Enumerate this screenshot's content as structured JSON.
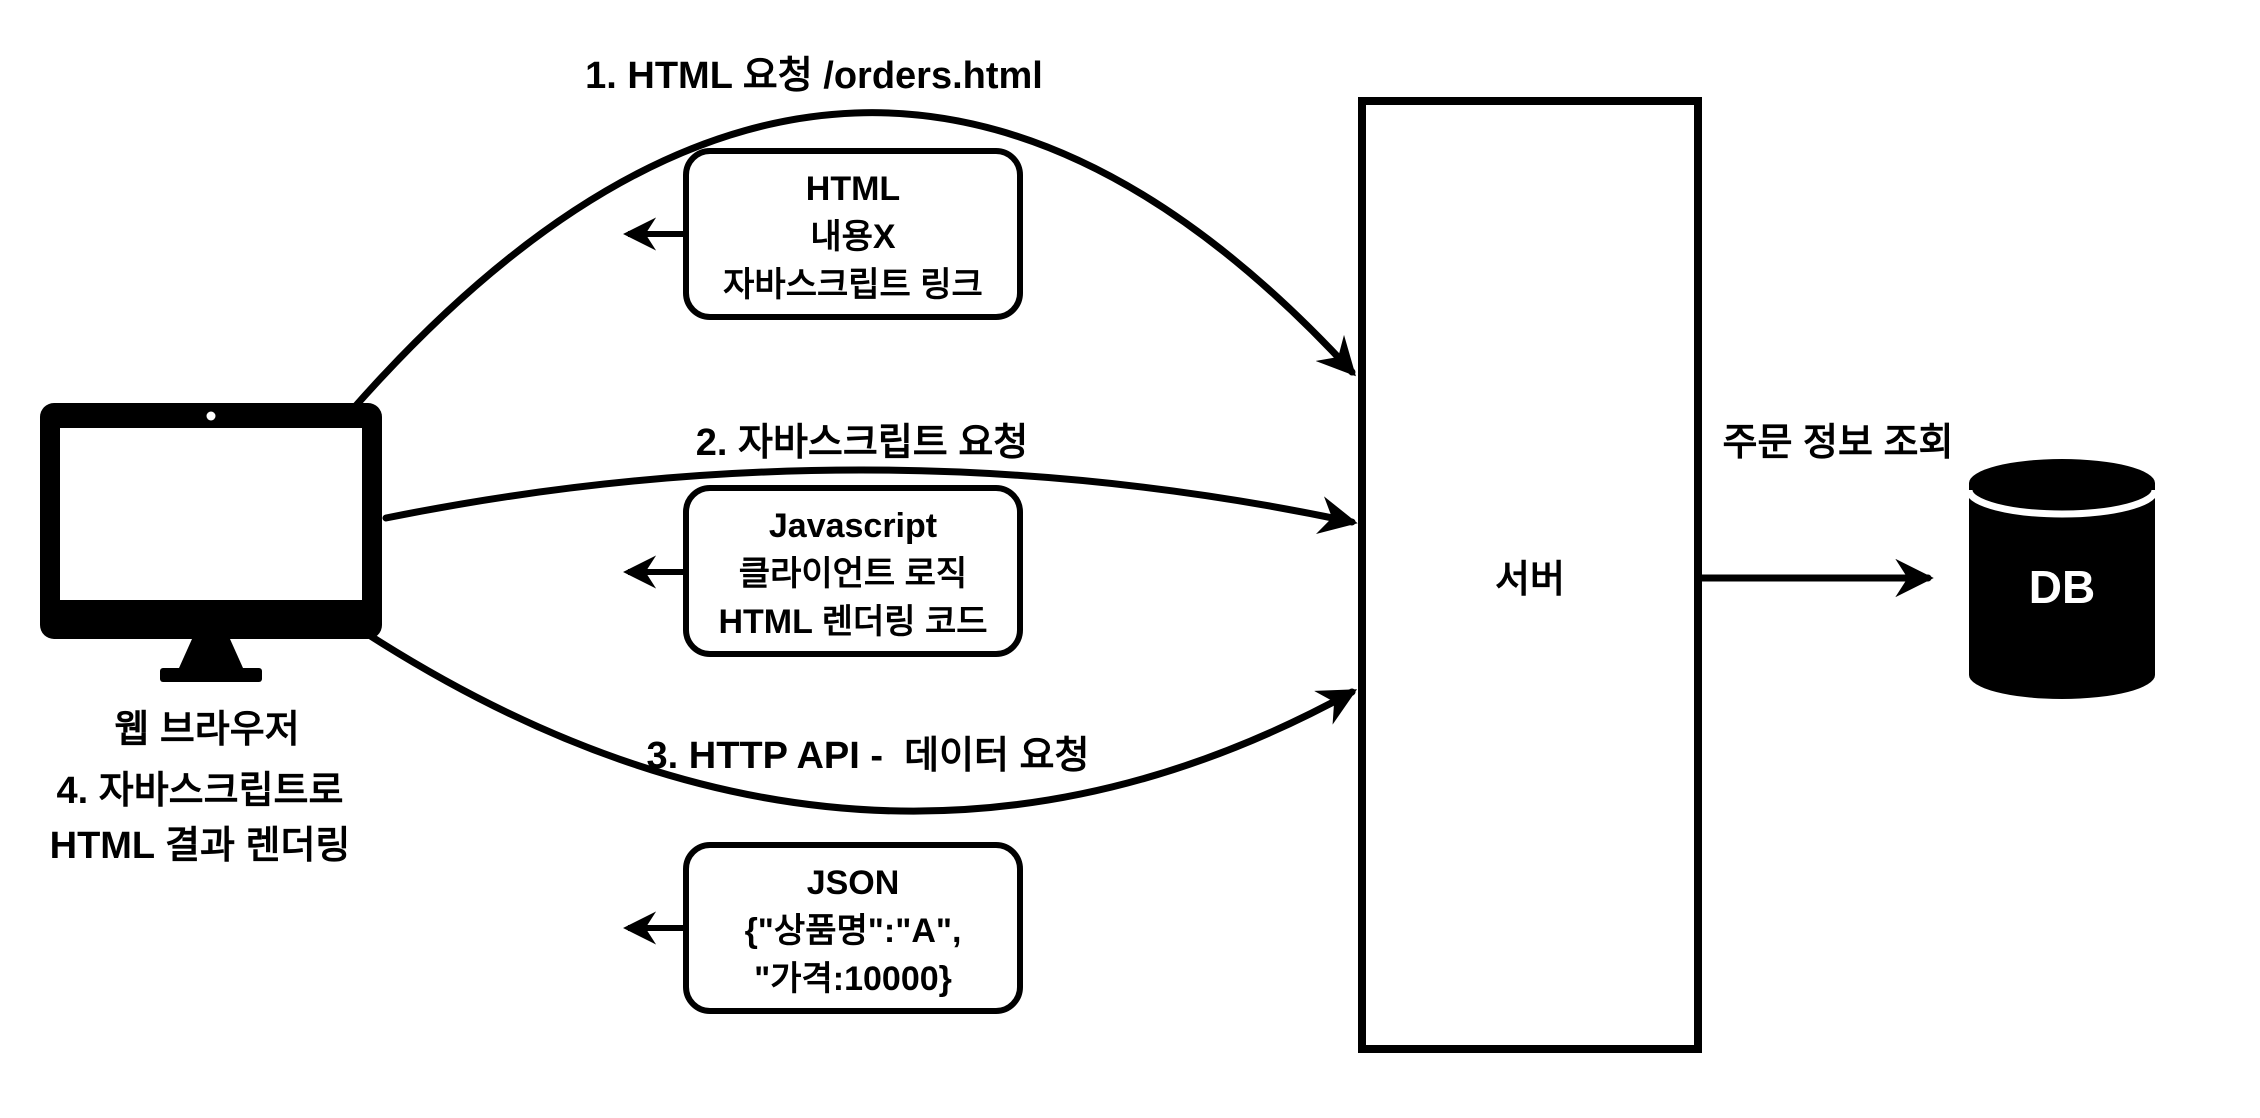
{
  "diagram": {
    "flow_labels": {
      "step1": "1. HTML 요청 /orders.html",
      "step2": "2. 자바스크립트 요청",
      "step3": "3. HTTP API -  데이터 요청",
      "step4_line1": "4. 자바스크립트로",
      "step4_line2": "HTML 결과 렌더링",
      "db_query": "주문 정보 조회"
    },
    "nodes": {
      "browser": {
        "label": "웹 브라우저"
      },
      "server": {
        "label": "서버"
      },
      "database": {
        "label": "DB"
      }
    },
    "response_boxes": [
      {
        "title": "HTML",
        "line2": "내용X",
        "line3": "자바스크립트 링크"
      },
      {
        "title": "Javascript",
        "line2": "클라이언트 로직",
        "line3": "HTML 렌더링 코드"
      },
      {
        "title": "JSON",
        "line2": "{\"상품명\":\"A\",",
        "line3": "\"가격:10000}"
      }
    ],
    "colors": {
      "ink": "#000000",
      "background": "#ffffff",
      "highlight_red": "#f4311e"
    }
  }
}
